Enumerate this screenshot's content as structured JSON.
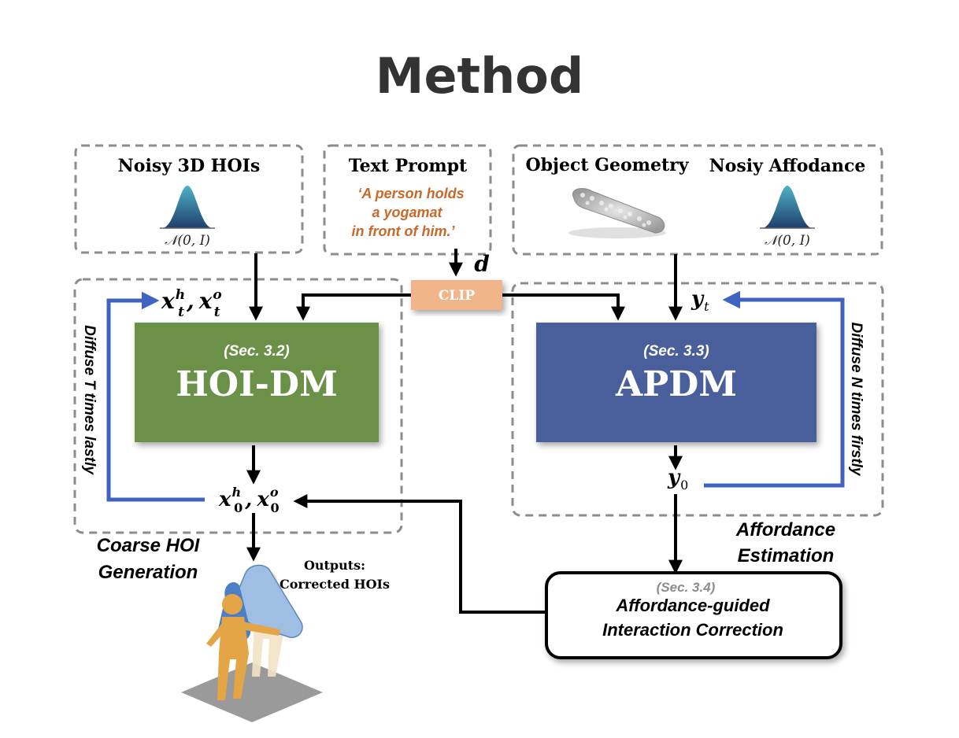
{
  "page_title": "Method",
  "inputs": {
    "noisy_hois": {
      "label": "Noisy 3D HOIs",
      "dist": "𝒩(0, I)"
    },
    "text_prompt": {
      "label": "Text Prompt",
      "line1": "‘A person holds",
      "line2": "a yogamat",
      "line3": "in front of him.’",
      "d_symbol": "d"
    },
    "object_geometry": {
      "label": "Object Geometry"
    },
    "noisy_affordance": {
      "label": "Nosiy Affodance",
      "dist": "𝒩(0, I)"
    }
  },
  "clip": {
    "label": "CLIP"
  },
  "hoi_dm": {
    "sec": "(Sec. 3.2)",
    "name": "HOI-DM"
  },
  "apdm": {
    "sec": "(Sec. 3.3)",
    "name": "APDM"
  },
  "symbols": {
    "xt_x": "x",
    "xt_h": "h",
    "xt_t": "t",
    "xt_comma": ",",
    "xt_x2": "x",
    "xt_o": "o",
    "xt_t2": "t",
    "x0_x": "x",
    "x0_h": "h",
    "x0_0": "0",
    "x0_comma": ",",
    "x0_x2": "x",
    "x0_o": "o",
    "x0_02": "0",
    "yt_y": "y",
    "yt_t": "t",
    "y0_y": "y",
    "y0_0": "0"
  },
  "loops": {
    "left": "Diffuse T times lastly",
    "right": "Diffuse N times firstly"
  },
  "groups": {
    "coarse_line1": "Coarse HOI",
    "coarse_line2": "Generation",
    "afford_line1": "Affordance",
    "afford_line2": "Estimation"
  },
  "correction": {
    "sec": "(Sec. 3.4)",
    "line1": "Affordance-guided",
    "line2": "Interaction Correction"
  },
  "outputs": {
    "line1": "Outputs:",
    "line2": "Corrected HOIs"
  },
  "colors": {
    "hoi_dm": "#6b9147",
    "apdm": "#4a5f9c",
    "clip": "#f0b58a",
    "prompt_text": "#c8692a",
    "loop_arrow": "#3f63c1",
    "dashed": "#8c8c8c"
  }
}
